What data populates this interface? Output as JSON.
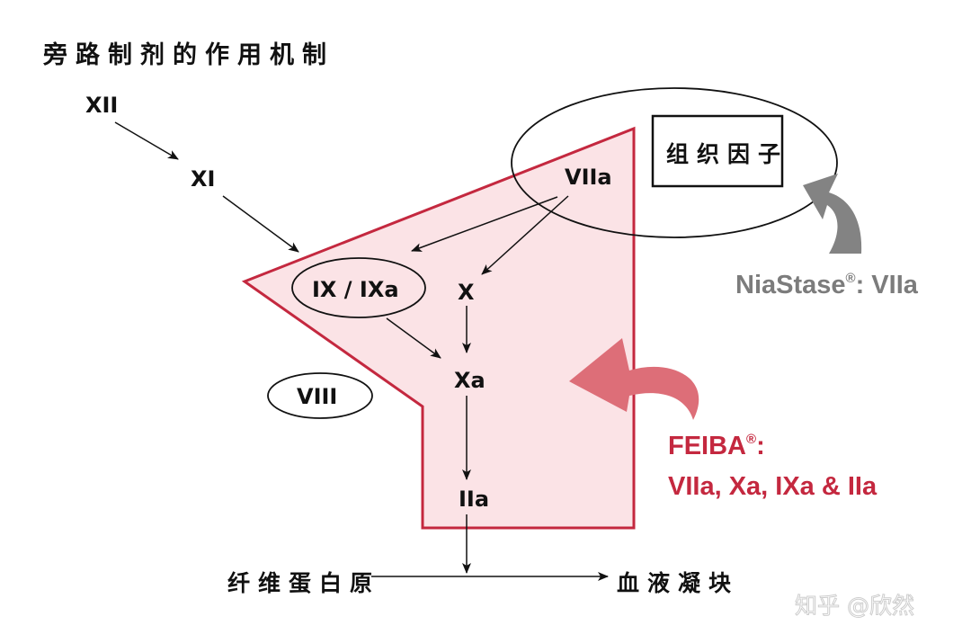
{
  "title": "旁路制剂的作用机制",
  "factors": {
    "xii": "XII",
    "xi": "XI",
    "viia": "VIIa",
    "ix_ixa": "IX / IXa",
    "x": "X",
    "xa": "Xa",
    "viii": "VIII",
    "iia": "IIa"
  },
  "tissue_factor": "组织因子",
  "fibrinogen": "纤维蛋白原",
  "clot": "血液凝块",
  "niastase": {
    "name": "NiaStase",
    "mark": "®",
    "targets": ": VIIa"
  },
  "feiba": {
    "name": "FEIBA",
    "mark": "®",
    "colon": ":",
    "targets": "VIIa, Xa, IXa & IIa"
  },
  "watermark": "知乎 @欣然",
  "colors": {
    "region_fill": "#fbe3e6",
    "region_stroke": "#c4283f",
    "feiba_arrow": "#dd6e78",
    "niastase_arrow": "#838383",
    "text": "#111111"
  }
}
